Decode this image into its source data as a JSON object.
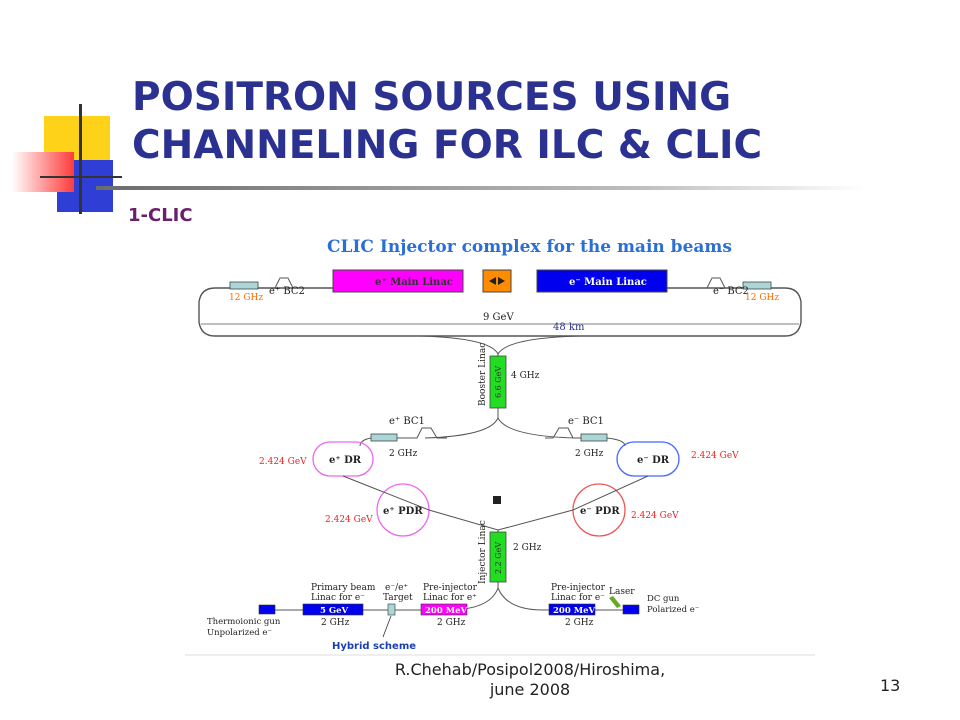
{
  "slide": {
    "title": "POSITRON SOURCES USING CHANNELING FOR ILC & CLIC",
    "subtitle": "1-CLIC",
    "footer": "R.Chehab/Posipol2008/Hiroshima, june 2008",
    "page_number": "13"
  },
  "diagram": {
    "heading": "CLIC Injector complex for the main beams",
    "main_linac_pos": "e⁺ Main Linac",
    "main_linac_neg": "e⁻ Main Linac",
    "bc2_left": "e⁺ BC2",
    "bc2_right": "e⁻ BC2",
    "freq_12_left": "12 GHz",
    "freq_12_right": "12 GHz",
    "energy_9": "9 GeV",
    "length_48": "48 km",
    "booster_linac": "Booster Linac",
    "booster_box": "6.6 GeV",
    "freq_4": "4 GHz",
    "bc1_left": "e⁺ BC1",
    "bc1_right": "e⁻ BC1",
    "freq_2_left": "2 GHz",
    "freq_2_right": "2 GHz",
    "dr_left": "e⁺ DR",
    "dr_right": "e⁻ DR",
    "energy_dr_left": "2.424 GeV",
    "energy_dr_right": "2.424 GeV",
    "pdr_left": "e⁺ PDR",
    "pdr_right": "e⁻ PDR",
    "energy_pdr_left": "2.424 GeV",
    "energy_pdr_right": "2.424 GeV",
    "injector_linac": "Injector Linac",
    "injector_box": "2.2 GeV",
    "freq_2_injector": "2 GHz",
    "primary_beam_1": "Primary beam",
    "primary_beam_2": "Linac for e⁻",
    "primary_box": "5 GeV",
    "freq_2_primary": "2 GHz",
    "target_1": "e⁻/e⁺",
    "target_2": "Target",
    "preinj_left_1": "Pre-injector",
    "preinj_left_2": "Linac for e⁺",
    "preinj_left_box": "200 MeV",
    "freq_2_preinj_left": "2 GHz",
    "preinj_right_1": "Pre-injector",
    "preinj_right_2": "Linac for e⁻",
    "preinj_right_box": "200 MeV",
    "freq_2_preinj_right": "2 GHz",
    "laser": "Laser",
    "dc_gun_1": "DC gun",
    "dc_gun_2": "Polarized e⁻",
    "thermo_1": "Thermoionic gun",
    "thermo_2": "Unpolarized e⁻",
    "hybrid_scheme": "Hybrid scheme"
  },
  "colors": {
    "title": "#2b3191",
    "subtitle": "#6b1f6b",
    "main_linac_pos": "#ff00ff",
    "main_linac_neg": "#0000ee",
    "linac_green": "#22dd22",
    "orange": "#ff8c00",
    "red_label": "#ee2222",
    "hybrid_label": "#1a3fb0"
  }
}
